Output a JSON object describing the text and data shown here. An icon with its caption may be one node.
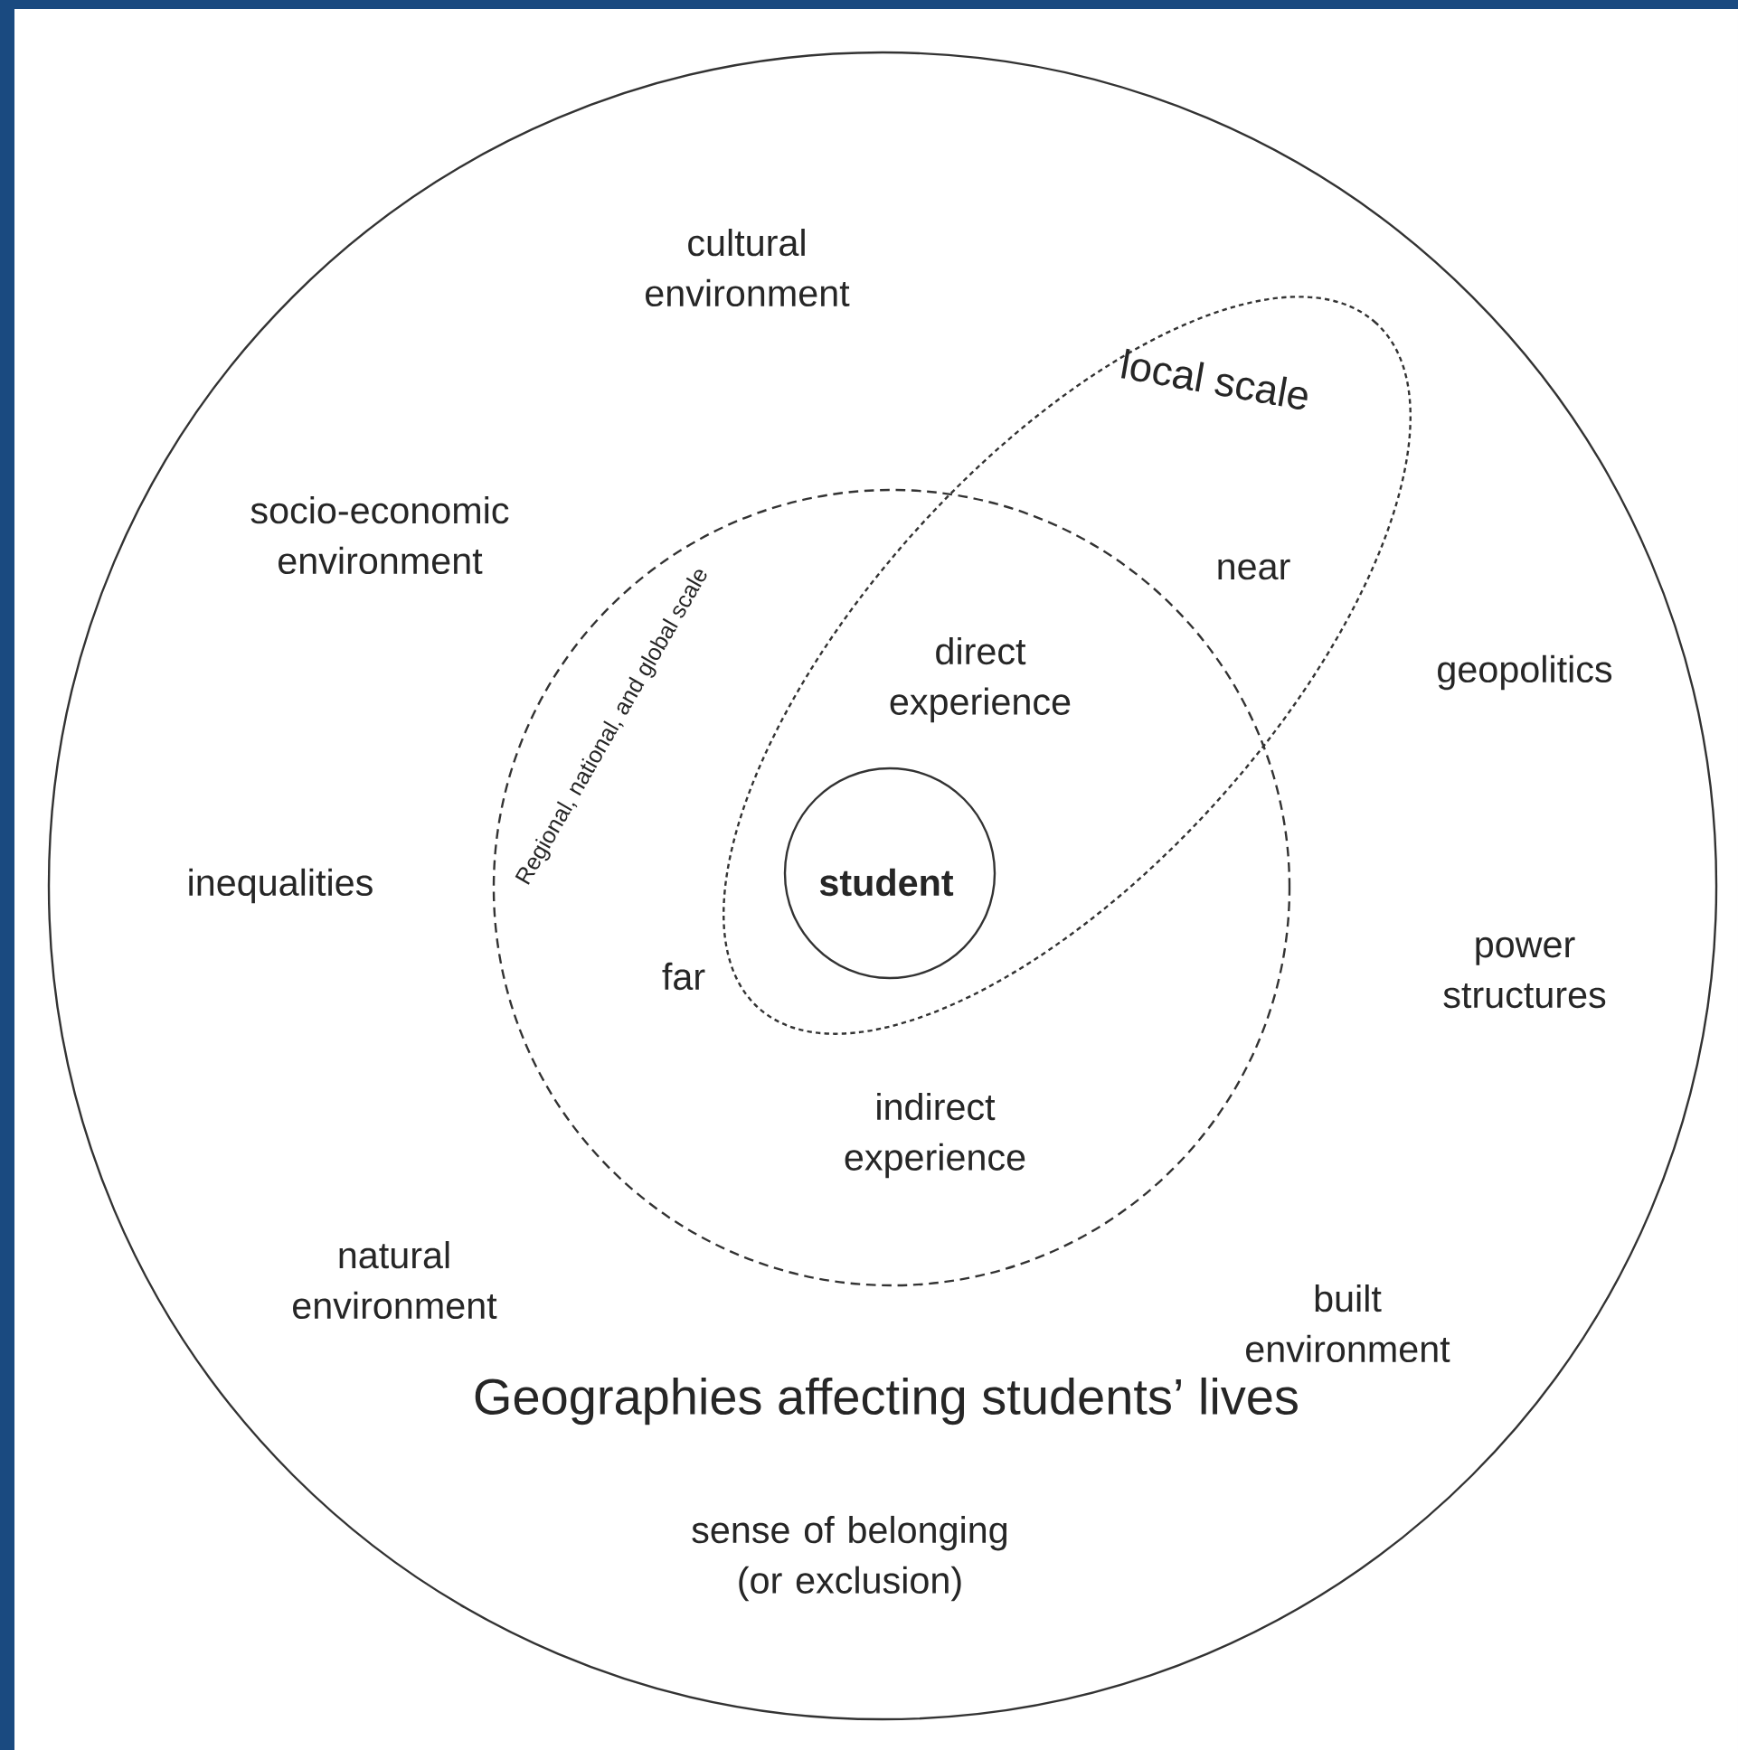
{
  "diagram": {
    "nodes": [
      {
        "text": [
          "Geographies affecting students’ lives",
          "cultural environment",
          "socio-economic environment",
          "geopolitics",
          "inequalities",
          "power structures",
          "natural environment",
          "built environment",
          "sense of belonging (or exclusion)"
        ]
      },
      {
        "text": [
          "Regional, national, and global scale",
          "far",
          "indirect experience"
        ],
        "in": 0
      },
      {
        "text": [
          "local scale",
          "near"
        ],
        "in": 0
      },
      {
        "text": [
          "student"
        ]
      }
    ],
    "labels": [
      "direct experience"
    ]
  }
}
